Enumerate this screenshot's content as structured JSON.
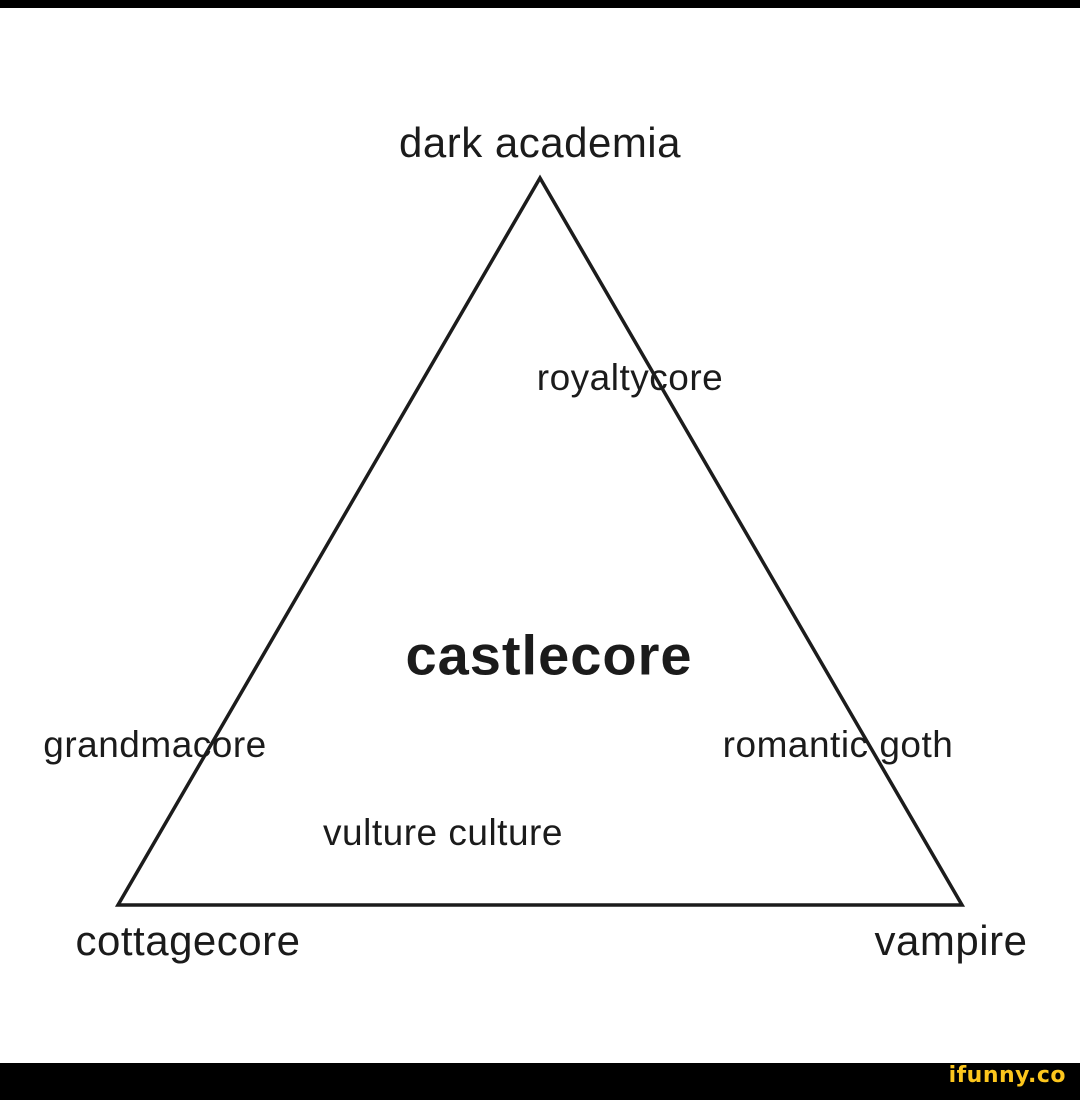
{
  "page": {
    "background_color": "#ffffff",
    "top_bar_color": "#000000",
    "bottom_bar_color": "#000000"
  },
  "diagram": {
    "type": "triangle-aesthetics-chart",
    "line_color": "#1c1c1c",
    "labels": {
      "top": "dark academia",
      "upper_right": "royaltycore",
      "center": "castlecore",
      "mid_left": "grandmacore",
      "mid_right": "romantic goth",
      "lower_inside": "vulture culture",
      "bottom_left": "cottagecore",
      "bottom_right": "vampire"
    }
  },
  "watermark": {
    "text": "ifunny.co",
    "color": "#FCC61D"
  }
}
